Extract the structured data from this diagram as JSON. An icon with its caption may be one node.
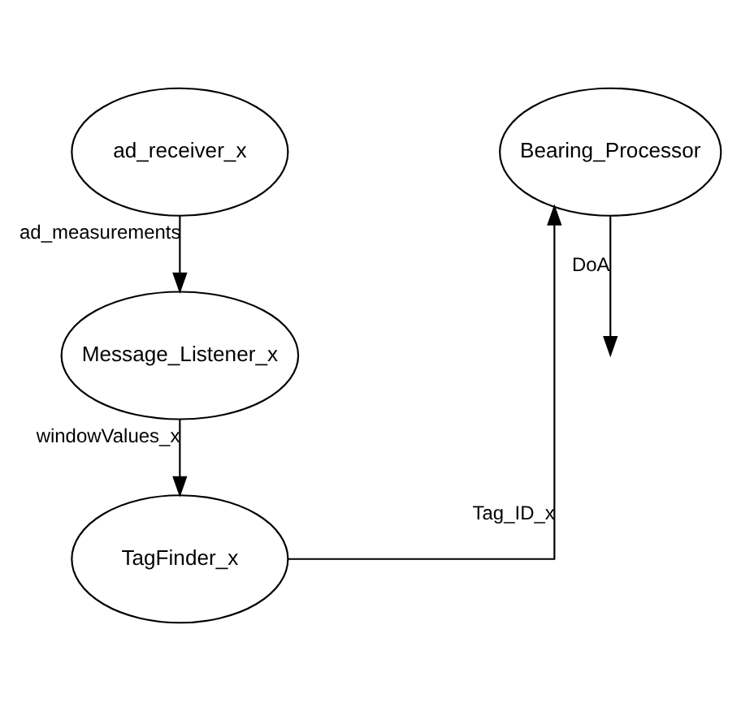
{
  "diagram": {
    "nodes": [
      {
        "text": [
          "ad_receiver_x"
        ]
      },
      {
        "text": [
          "Message_Listener_x"
        ]
      },
      {
        "text": [
          "TagFinder_x"
        ]
      },
      {
        "text": [
          "Bearing_Processor"
        ]
      }
    ],
    "edges": [
      {
        "from": 0,
        "to": 1,
        "arrow": "to",
        "label": "ad_measurements"
      },
      {
        "from": 1,
        "to": 2,
        "arrow": "to",
        "label": "windowValues_x"
      },
      {
        "from": 2,
        "to": 3,
        "arrow": "to",
        "label": "Tag_ID_x"
      },
      {
        "from": 3,
        "to": null,
        "arrow": "to",
        "label": "DoA"
      }
    ]
  }
}
